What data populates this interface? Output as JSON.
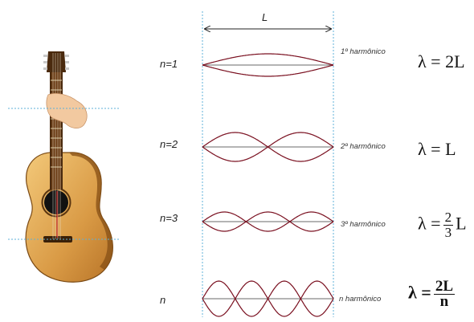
{
  "length_label": "L",
  "colors": {
    "string": "#7a1020",
    "guide": "#5fb0d8",
    "axis": "#888888",
    "text": "#222222"
  },
  "icons": [
    "guitar-icon",
    "hand-icon",
    "dimension-arrow-icon"
  ],
  "rows": [
    {
      "n_label": "n=1",
      "harmonic_label": "1º harmônico",
      "lambda": "λ = 2L",
      "loops": 1
    },
    {
      "n_label": "n=2",
      "harmonic_label": "2º harmônico",
      "lambda": "λ = L",
      "loops": 2
    },
    {
      "n_label": "n=3",
      "harmonic_label": "3º harmônico",
      "lambda_prefix": "λ =",
      "lambda_num": "2",
      "lambda_den": "3",
      "lambda_suffix": "L",
      "loops": 3
    },
    {
      "n_label": "n",
      "harmonic_label": "n harmônico",
      "lambda_prefix": "λ =",
      "lambda_num": "2L",
      "lambda_den": "n",
      "loops": 4
    }
  ]
}
